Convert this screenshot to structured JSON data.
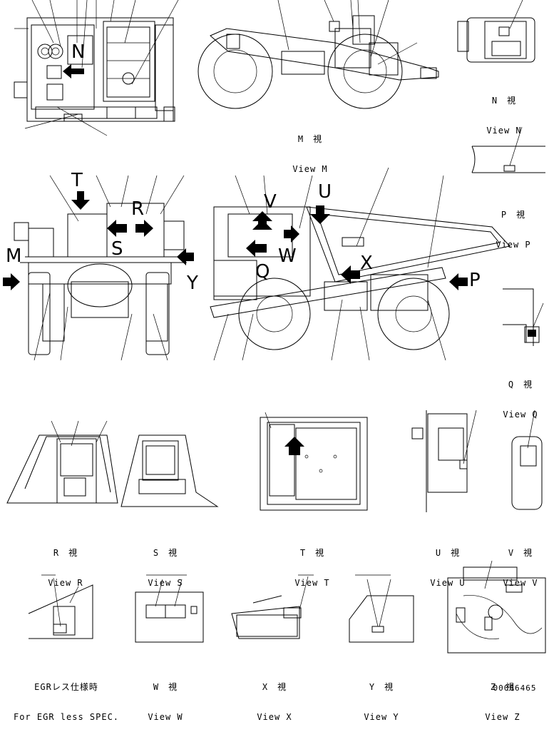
{
  "views": {
    "m": {
      "jp": "M　視",
      "en": "View M"
    },
    "n": {
      "jp": "N　視",
      "en": "View N"
    },
    "p": {
      "jp": "P　視",
      "en": "View P"
    },
    "q": {
      "jp": "Q　視",
      "en": "View Q"
    },
    "r": {
      "jp": "R　視",
      "en": "View R"
    },
    "s": {
      "jp": "S　視",
      "en": "View S"
    },
    "t": {
      "jp": "T　視",
      "en": "View T"
    },
    "u": {
      "jp": "U　視",
      "en": "View U"
    },
    "v": {
      "jp": "V　視",
      "en": "View V"
    },
    "egr": {
      "jp": "EGRレス仕様時",
      "en": "For EGR less SPEC."
    },
    "w": {
      "jp": "W　視",
      "en": "View W"
    },
    "x": {
      "jp": "X　視",
      "en": "View X"
    },
    "y": {
      "jp": "Y　視",
      "en": "View Y"
    },
    "z": {
      "jp": "Z　視",
      "en": "View Z"
    }
  },
  "view_letters": {
    "front": {
      "n": "N",
      "t": "T",
      "r": "R",
      "s": "S",
      "m": "M",
      "y": "Y"
    },
    "side": {
      "v": "V",
      "u": "U",
      "w": "W",
      "q": "Q",
      "x": "X",
      "p": "P"
    }
  },
  "drawing_number": "00066465",
  "colors": {
    "ink": "#000000",
    "paper": "#ffffff"
  }
}
